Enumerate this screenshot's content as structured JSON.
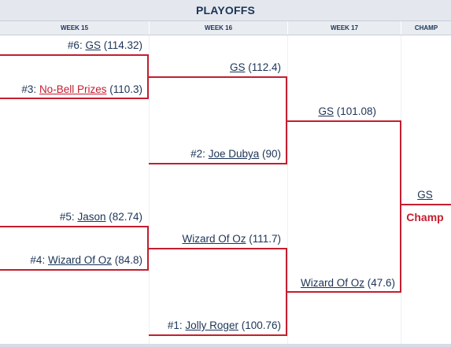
{
  "title": "PLAYOFFS",
  "columns": [
    "WEEK 15",
    "WEEK 16",
    "WEEK 17",
    "CHAMP"
  ],
  "week15": {
    "m1_top": {
      "seed": "#6: ",
      "name": "GS",
      "score": " (114.32)"
    },
    "m1_bottom": {
      "seed": "#3: ",
      "name": "No-Bell Prizes",
      "score": " (110.3)"
    },
    "m2_top": {
      "seed": "#5: ",
      "name": "Jason",
      "score": " (82.74)"
    },
    "m2_bottom": {
      "seed": "#4: ",
      "name": "Wizard Of Oz",
      "score": " (84.8)"
    }
  },
  "week16": {
    "m1_top": {
      "name": "GS",
      "score": " (112.4)"
    },
    "m1_bottom": {
      "seed": "#2: ",
      "name": "Joe Dubya",
      "score": " (90)"
    },
    "m2_top": {
      "name": "Wizard Of Oz",
      "score": " (111.7)"
    },
    "m2_bottom": {
      "seed": "#1: ",
      "name": "Jolly Roger",
      "score": " (100.76)"
    }
  },
  "week17": {
    "top": {
      "name": "GS",
      "score": " (101.08)"
    },
    "bottom": {
      "name": "Wizard Of Oz",
      "score": " (47.6)"
    }
  },
  "champ": {
    "name": "GS",
    "label": "Champ"
  },
  "colors": {
    "accent": "#c41e2f",
    "text": "#1c3457",
    "header_bg": "#e4e8ee"
  }
}
